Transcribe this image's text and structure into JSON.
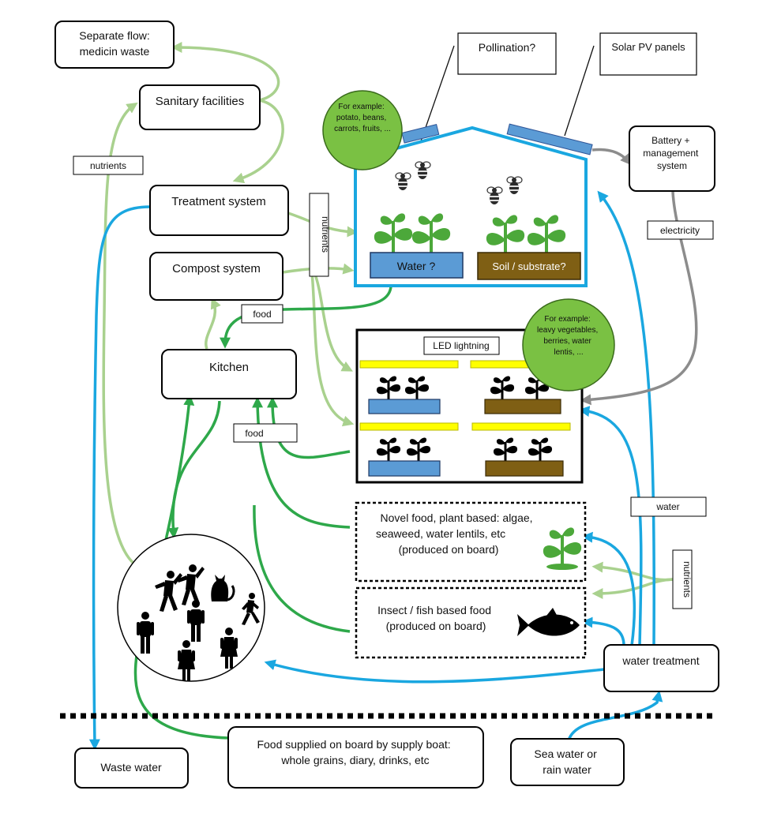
{
  "colors": {
    "light_green": "#A9D18E",
    "dark_green": "#2EA84A",
    "blue": "#1AA7E0",
    "gray": "#8C8C8C",
    "circle_fill": "#7AC143",
    "water_box": "#5B9BD5",
    "soil_box": "#7F5F14",
    "led": "#FFFF00"
  },
  "boxes": {
    "medicine_waste": [
      "Separate flow:",
      "medicin waste"
    ],
    "sanitary": [
      "Sanitary facilities"
    ],
    "treatment": [
      "Treatment system"
    ],
    "compost": [
      "Compost system"
    ],
    "kitchen": [
      "Kitchen"
    ],
    "battery": [
      "Battery +",
      "management",
      "system"
    ],
    "water_treatment": [
      "water treatment"
    ],
    "waste_water": [
      "Waste water"
    ],
    "food_supplied": [
      "Food supplied on board by supply boat:",
      "whole grains, diary, drinks, etc"
    ],
    "sea_water": [
      "Sea water or",
      "rain water"
    ],
    "pollination": [
      "Pollination?"
    ],
    "solar": [
      "Solar PV panels"
    ],
    "novel_food": [
      "Novel food, plant based: algae,",
      "seaweed, water lentils, etc",
      "(produced on board)"
    ],
    "insect_food": [
      "Insect / fish based food",
      "(produced on board)"
    ],
    "greenhouse_water": [
      "Water ?"
    ],
    "greenhouse_soil": [
      "Soil / substrate?"
    ]
  },
  "labels": {
    "nutrients_left": "nutrients",
    "nutrients_vertical": "nutrients",
    "food_top": "food",
    "food_mid": "food",
    "electricity": "electricity",
    "water": "water",
    "nutrients_right": "nutrients",
    "led": "LED lightning"
  },
  "bubbles": {
    "greenhouse_example": [
      "For example:",
      "potato, beans,",
      "carrots, fruits, ..."
    ],
    "indoor_example": [
      "For example:",
      "leavy vegetables,",
      "berries, water",
      "lentis, ..."
    ]
  },
  "icons": [
    "bee-icon",
    "plant-icon",
    "seedling-icon",
    "person-icon",
    "cat-icon",
    "fish-icon",
    "algae-plant-icon"
  ]
}
